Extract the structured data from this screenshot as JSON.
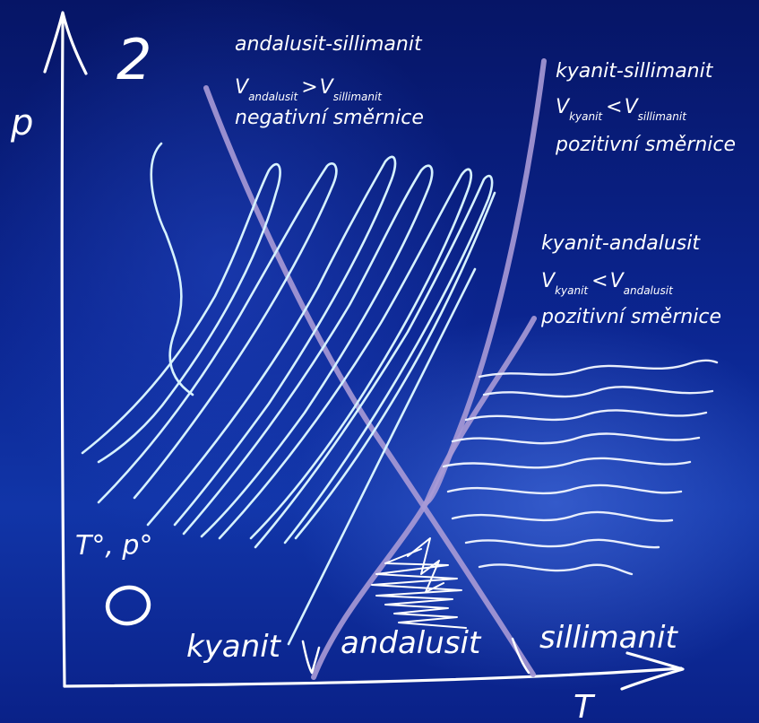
{
  "figure": {
    "number": "2",
    "axes": {
      "y_label": "p",
      "x_label": "T"
    },
    "standard_state_label": "T°, p°",
    "standard_state_symbol": "O"
  },
  "boundaries": {
    "andalusit_sillimanit": {
      "title": "andalusit-sillimanit",
      "V1": "V",
      "V1_sub": "andalusit",
      "relation": ">",
      "V2": "V",
      "V2_sub": "sillimanit",
      "slope": "negativní směrnice"
    },
    "kyanit_sillimanit": {
      "title": "kyanit-sillimanit",
      "V1": "V",
      "V1_sub": "kyanit",
      "relation": "<",
      "V2": "V",
      "V2_sub": "sillimanit",
      "slope": "pozitivní směrnice"
    },
    "kyanit_andalusit": {
      "title": "kyanit-andalusit",
      "V1": "V",
      "V1_sub": "kyanit",
      "relation": "<",
      "V2": "V",
      "V2_sub": "andalusit",
      "slope": "pozitivní směrnice"
    }
  },
  "phases": {
    "kyanit": "kyanit",
    "andalusit": "andalusit",
    "sillimanit": "sillimanit"
  },
  "colors": {
    "background": "#0b2590",
    "phase_boundary": "#a99ad6",
    "hatch": "#d6f2ff",
    "ink": "#ffffff"
  }
}
